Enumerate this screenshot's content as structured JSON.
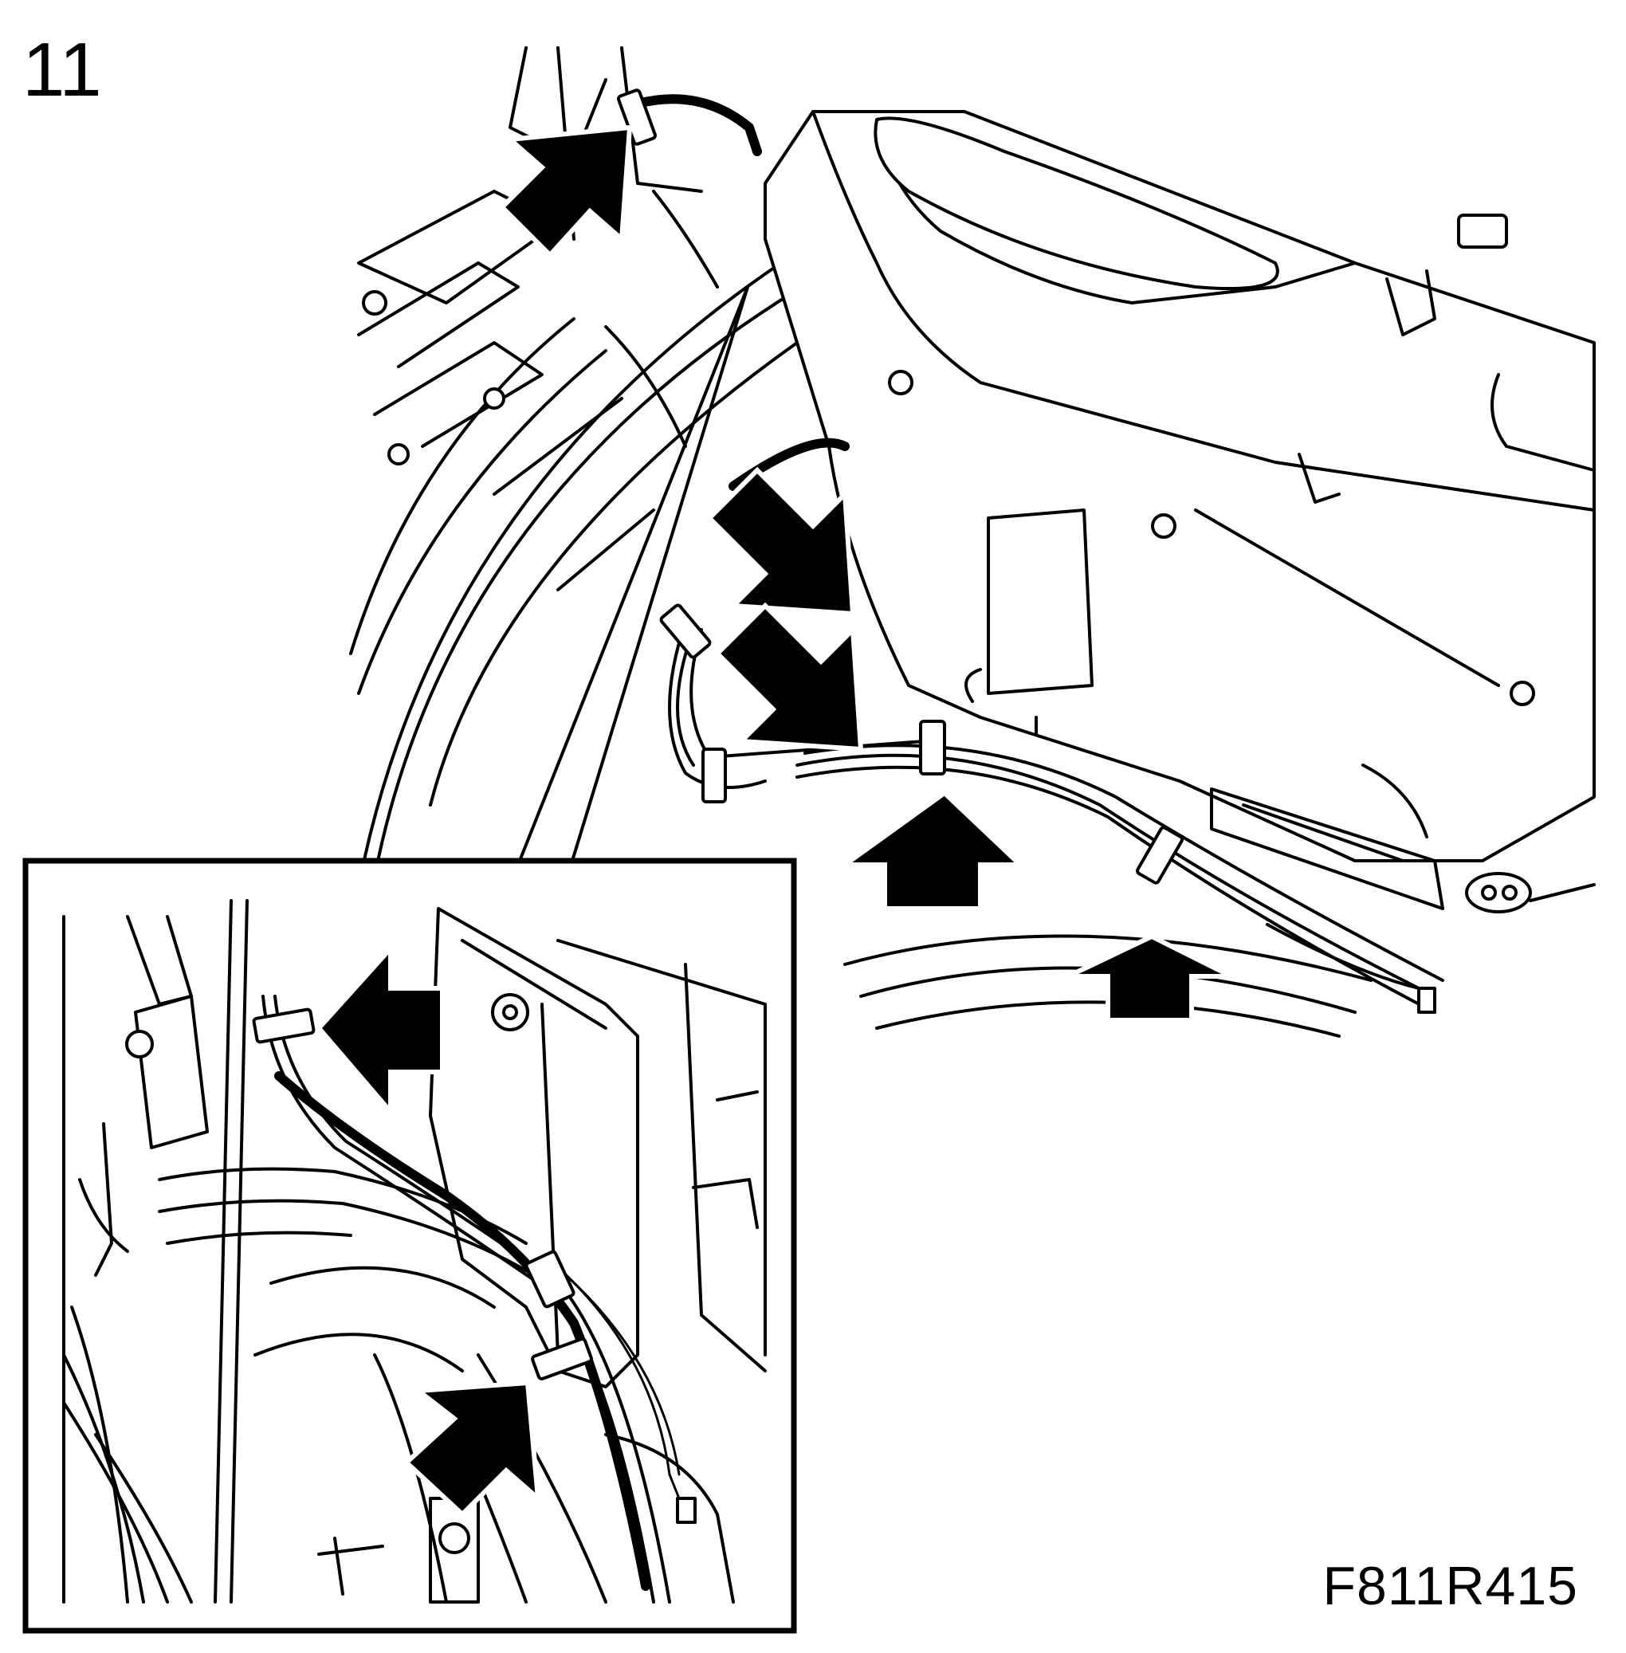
{
  "diagram": {
    "step_number": "11",
    "figure_code": "F811R415",
    "colors": {
      "ink": "#000000",
      "paper": "#ffffff"
    },
    "callout_arrows": 7,
    "inset_arrows": 2
  }
}
